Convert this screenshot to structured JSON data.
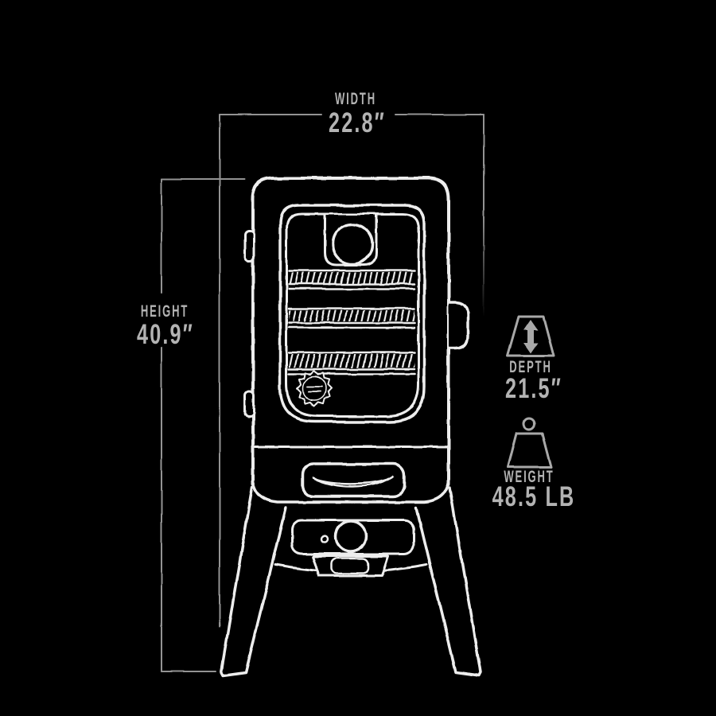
{
  "colors": {
    "background": "#000000",
    "art_line": "#ededed",
    "dimension_line": "#939393",
    "label_text": "#b3b3b3",
    "icon": "#a8a8a8"
  },
  "dimensions": {
    "width": {
      "label": "WIDTH",
      "value": "22.8″"
    },
    "height": {
      "label": "HEIGHT",
      "value": "40.9″"
    },
    "depth": {
      "label": "DEPTH",
      "value": "21.5″"
    },
    "weight": {
      "label": "WEIGHT",
      "value": "48.5 LB"
    }
  },
  "icons": {
    "depth": "depth-arrow-icon",
    "weight": "weight-kettlebell-icon"
  },
  "illustration": {
    "subject": "vertical smoker line drawing",
    "features": [
      "temperature gauge",
      "3 cooking racks",
      "logo badge",
      "door handle",
      "door hinges",
      "wood chip drawer",
      "control knob",
      "grease tray",
      "four splayed legs"
    ]
  }
}
